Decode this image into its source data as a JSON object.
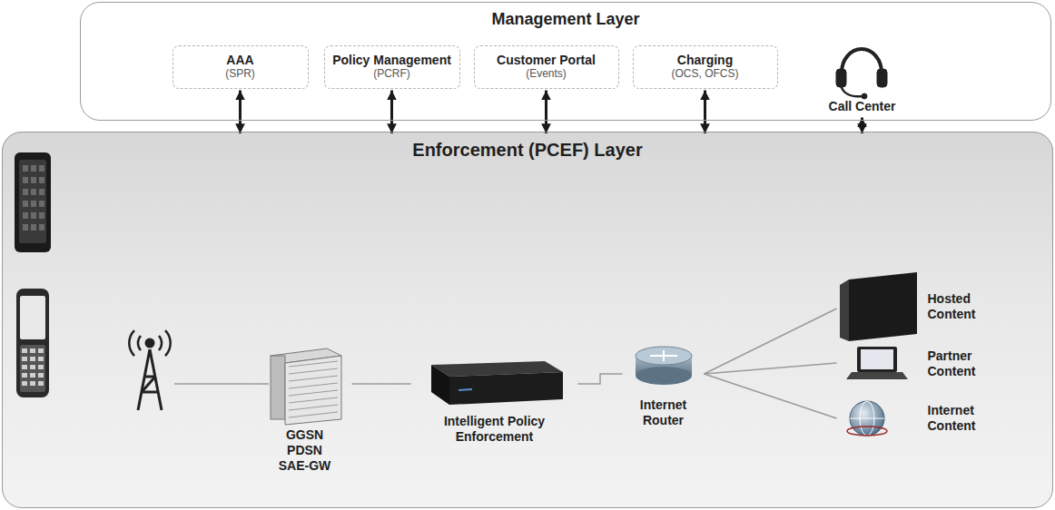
{
  "diagram": {
    "nodes": [
      {
        "text": [
          "Management Layer"
        ]
      },
      {
        "text": [
          "AAA",
          "(SPR)"
        ],
        "in": 0
      },
      {
        "text": [
          "Policy Management",
          "(PCRF)"
        ],
        "in": 0
      },
      {
        "text": [
          "Customer Portal",
          "(Events)"
        ],
        "in": 0
      },
      {
        "text": [
          "Charging",
          "(OCS, OFCS)"
        ],
        "in": 0
      },
      {
        "text": [
          "Call Center"
        ],
        "in": 0
      },
      {
        "text": [
          "Enforcement (PCEF) Layer"
        ]
      },
      {
        "text": [
          "GGSN PDSN SAE-GW"
        ],
        "in": 6
      },
      {
        "text": [
          "Intelligent Policy Enforcement"
        ],
        "in": 6
      },
      {
        "text": [
          "Internet Router"
        ],
        "in": 6
      },
      {
        "text": [
          "Hosted Content"
        ],
        "in": 6
      },
      {
        "text": [
          "Partner Content"
        ],
        "in": 6
      },
      {
        "text": [
          "Internet Content"
        ],
        "in": 6
      }
    ],
    "edges": [
      {
        "from": 1,
        "to": 6,
        "arrow": "both"
      },
      {
        "from": 2,
        "to": 6,
        "arrow": "both"
      },
      {
        "from": 3,
        "to": 6,
        "arrow": "both"
      },
      {
        "from": 4,
        "to": 6,
        "arrow": "both"
      },
      {
        "from": 5,
        "to": 6,
        "arrow": "both"
      },
      {
        "from": 7,
        "to": 8,
        "arrow": "none"
      },
      {
        "from": 8,
        "to": 9,
        "arrow": "none"
      },
      {
        "from": 9,
        "to": 10,
        "arrow": "none"
      },
      {
        "from": 9,
        "to": 11,
        "arrow": "none"
      },
      {
        "from": 9,
        "to": 12,
        "arrow": "none"
      }
    ]
  }
}
